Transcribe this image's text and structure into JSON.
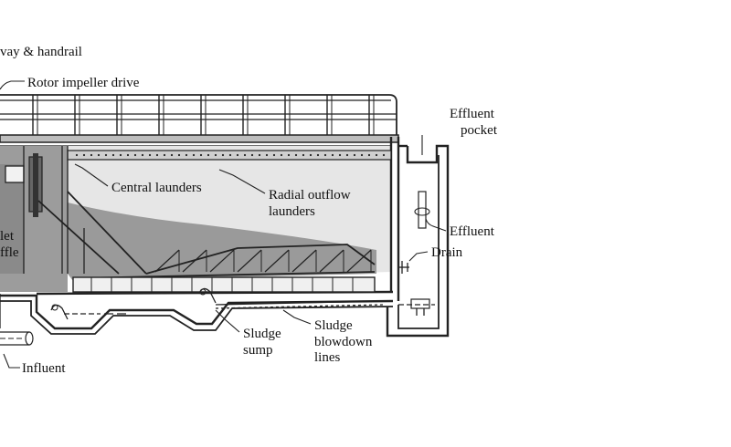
{
  "diagram": {
    "labels": {
      "walkway": "vay & handrail",
      "rotor": "Rotor impeller drive",
      "effluent_pocket_1": "Effluent",
      "effluent_pocket_2": "pocket",
      "central_launders": "Central launders",
      "radial_1": "Radial outflow",
      "radial_2": "launders",
      "effluent": "Effluent",
      "drain": "Drain",
      "inlet_1": "let",
      "inlet_2": "ffle",
      "sludge_sump_1": "Sludge",
      "sludge_sump_2": "sump",
      "blowdown_1": "Sludge",
      "blowdown_2": "blowdown",
      "blowdown_3": "lines",
      "influent": "Influent"
    }
  }
}
